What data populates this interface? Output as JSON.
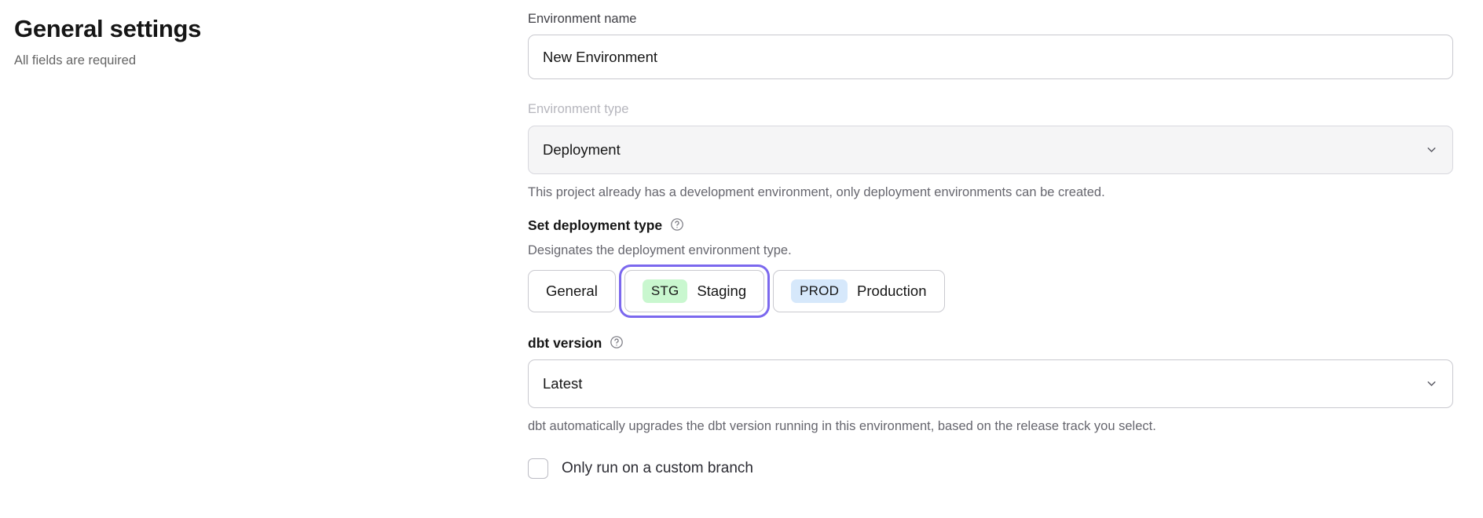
{
  "header": {
    "title": "General settings",
    "subtitle": "All fields are required"
  },
  "form": {
    "environment_name": {
      "label": "Environment name",
      "value": "New Environment",
      "placeholder": "Environment name"
    },
    "environment_type": {
      "label": "Environment type",
      "value": "Deployment",
      "options": [
        "Deployment"
      ],
      "hint": "This project already has a development environment, only deployment environments can be created.",
      "disabled": true,
      "chevron_icon": "chevron-down-icon"
    },
    "deployment_type": {
      "label": "Set deployment type",
      "help_icon": "help-circle-icon",
      "hint": "Designates the deployment environment type.",
      "selected": "Staging",
      "options": [
        {
          "id": "general",
          "badge": "",
          "label": "General",
          "badge_color": "",
          "selected": false
        },
        {
          "id": "staging",
          "badge": "STG",
          "label": "Staging",
          "badge_color": "#c9f7cf",
          "selected": true
        },
        {
          "id": "production",
          "badge": "PROD",
          "label": "Production",
          "badge_color": "#d6e8fb",
          "selected": false
        }
      ]
    },
    "dbt_version": {
      "label": "dbt version",
      "help_icon": "help-circle-icon",
      "value": "Latest",
      "options": [
        "Latest"
      ],
      "hint": "dbt automatically upgrades the dbt version running in this environment, based on the release track you select.",
      "chevron_icon": "chevron-down-icon"
    },
    "custom_branch": {
      "label": "Only run on a custom branch",
      "checked": false
    }
  },
  "colors": {
    "focus_ring": "#7b68ee",
    "staging_badge": "#c9f7cf",
    "production_badge": "#d6e8fb",
    "text_primary": "#161616",
    "text_muted": "#66666e"
  }
}
